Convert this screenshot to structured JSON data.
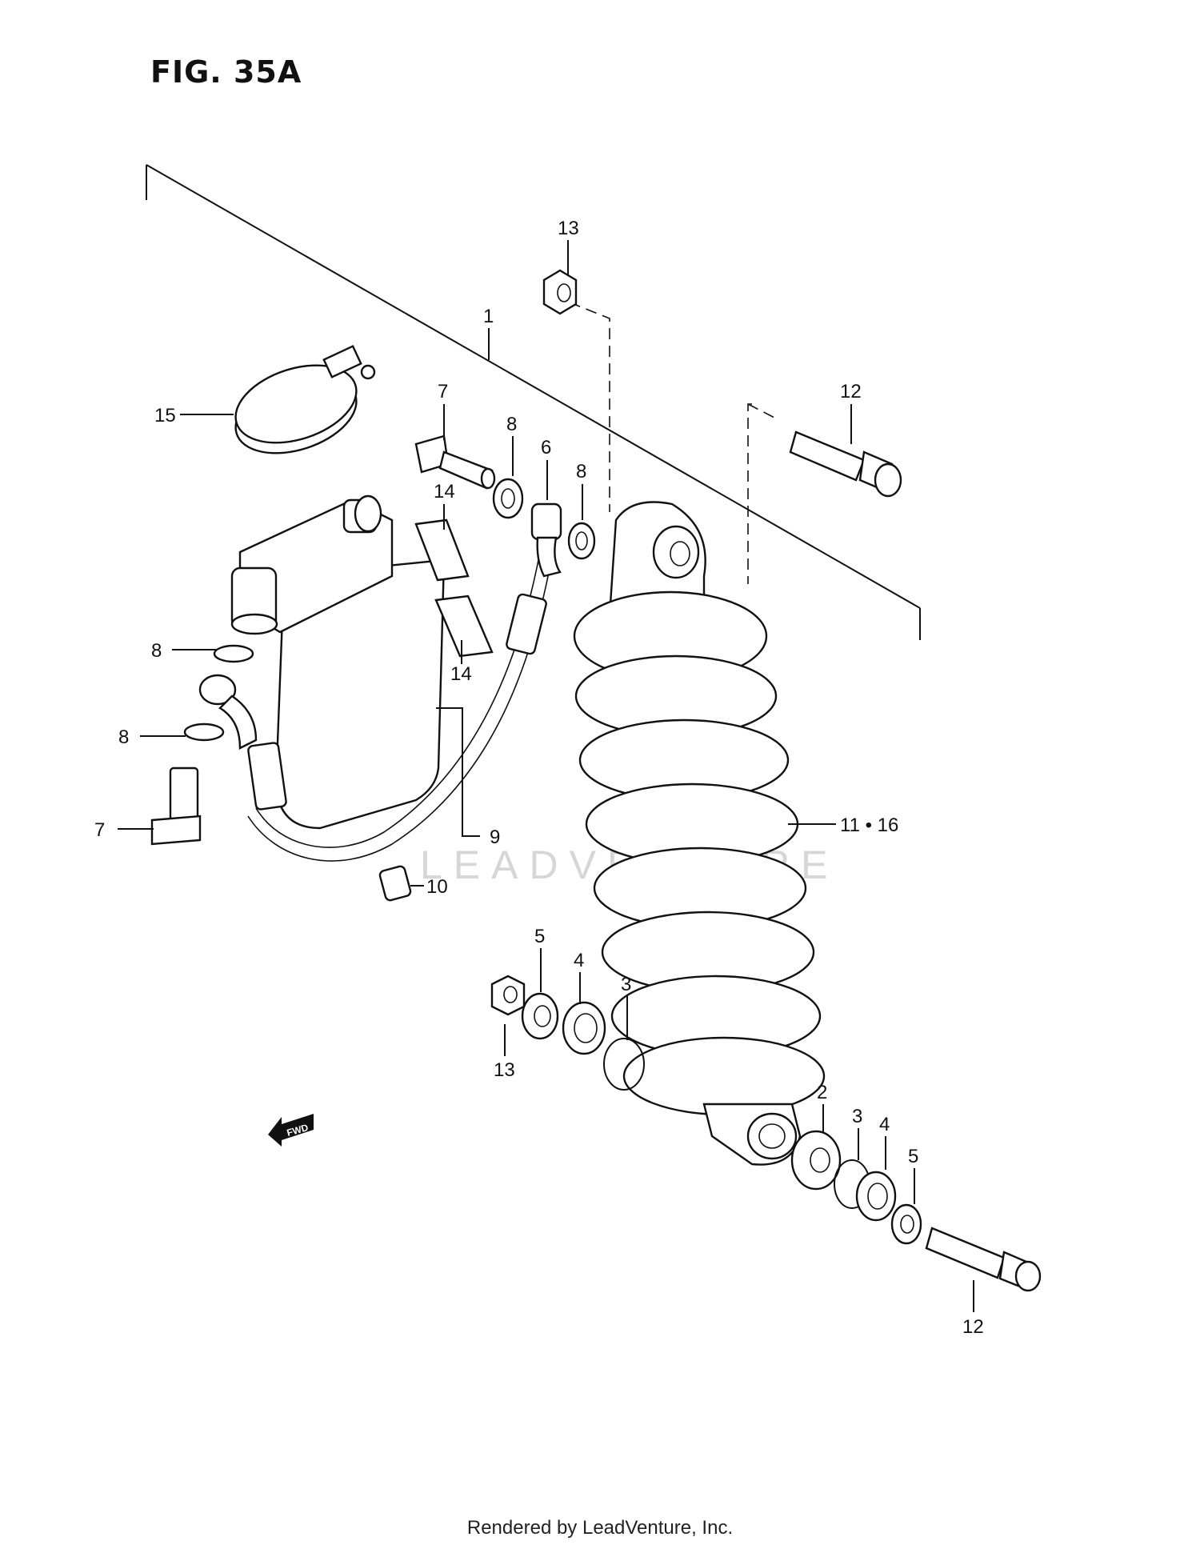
{
  "figure": {
    "title": "FIG. 35A"
  },
  "watermark": "LEADVENTURE",
  "footer": "Rendered by LeadVenture, Inc.",
  "fwd_label": "FWD",
  "callouts": [
    {
      "id": "c13a",
      "label": "13"
    },
    {
      "id": "c1",
      "label": "1"
    },
    {
      "id": "c12a",
      "label": "12"
    },
    {
      "id": "c7a",
      "label": "7"
    },
    {
      "id": "c8a",
      "label": "8"
    },
    {
      "id": "c6",
      "label": "6"
    },
    {
      "id": "c8b",
      "label": "8"
    },
    {
      "id": "c15",
      "label": "15"
    },
    {
      "id": "c14a",
      "label": "14"
    },
    {
      "id": "c14b",
      "label": "14"
    },
    {
      "id": "c8c",
      "label": "8"
    },
    {
      "id": "c8d",
      "label": "8"
    },
    {
      "id": "c7b",
      "label": "7"
    },
    {
      "id": "c9",
      "label": "9"
    },
    {
      "id": "c10",
      "label": "10"
    },
    {
      "id": "c1116",
      "label": "11 • 16"
    },
    {
      "id": "c5a",
      "label": "5"
    },
    {
      "id": "c4a",
      "label": "4"
    },
    {
      "id": "c3a",
      "label": "3"
    },
    {
      "id": "c13b",
      "label": "13"
    },
    {
      "id": "c2",
      "label": "2"
    },
    {
      "id": "c3b",
      "label": "3"
    },
    {
      "id": "c4b",
      "label": "4"
    },
    {
      "id": "c5b",
      "label": "5"
    },
    {
      "id": "c12b",
      "label": "12"
    }
  ]
}
